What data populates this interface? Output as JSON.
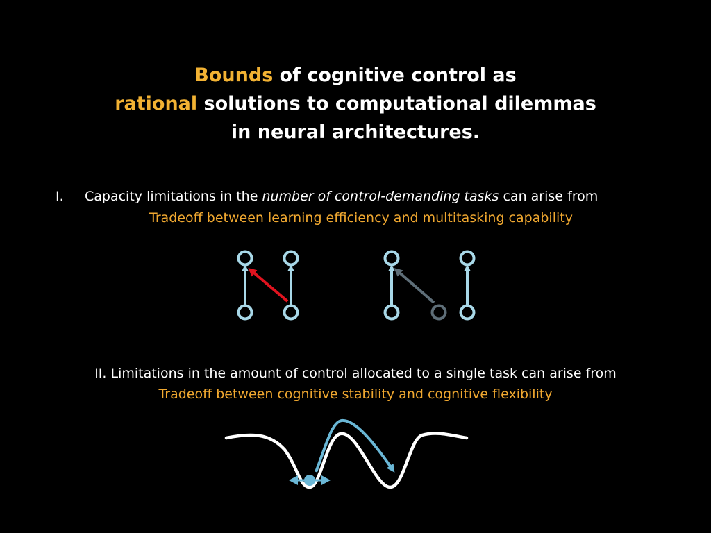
{
  "title": {
    "line1_highlight": "Bounds",
    "line1_rest": " of cognitive control as",
    "line2_highlight": "rational",
    "line2_rest": " solutions to computational dilemmas",
    "line3": "in neural architectures."
  },
  "point1": {
    "number": "I.",
    "text_before": "Capacity limitations in the ",
    "text_italic": "number of control-demanding tasks",
    "text_after": " can arise from",
    "subtitle": "Tradeoff between learning efficiency and multitasking capability"
  },
  "point2": {
    "text": "II. Limitations in the amount of control allocated to a single task can arise from",
    "subtitle": "Tradeoff between cognitive stability and cognitive flexibility"
  },
  "colors": {
    "highlight": "#f2b233",
    "node": "#a8d8e8",
    "interference_red": "#e0131f",
    "shared_gray": "#5e6e78",
    "landscape": "#ffffff",
    "ball": "#6ab7d6"
  }
}
